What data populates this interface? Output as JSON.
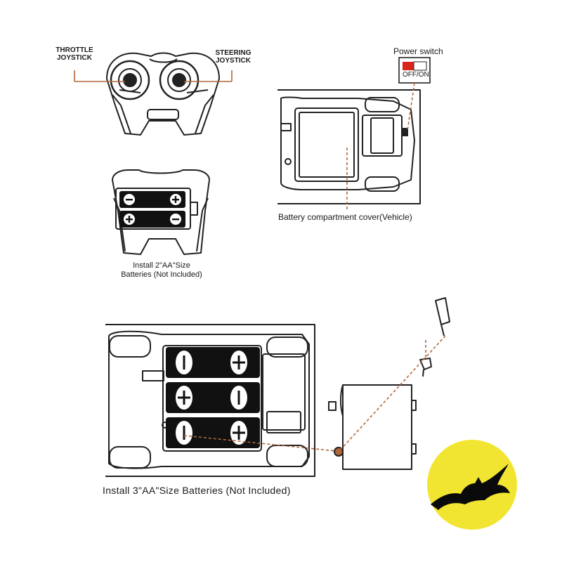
{
  "controller_section": {
    "throttle_label_line1": "THROTTLE",
    "throttle_label_line2": "JOYSTICK",
    "steering_label_line1": "STEERING",
    "steering_label_line2": "JOYSTICK",
    "controller_battery_caption_line1": "Install 2\"AA\"Size",
    "controller_battery_caption_line2": "Batteries (Not Included)"
  },
  "vehicle_section": {
    "power_switch_label": "Power switch",
    "switch_off": "OFF",
    "switch_separator": "/",
    "switch_on": "ON",
    "cover_caption": "Battery compartment cover(Vehicle)"
  },
  "install_section": {
    "caption": "Install 3\"AA\"Size Batteries (Not Included)"
  },
  "colors": {
    "line": "#222222",
    "leader": "#b0673a",
    "switch_red": "#d8261f",
    "moon_yellow": "#f2e531",
    "bat_black": "#0a0a0a"
  }
}
